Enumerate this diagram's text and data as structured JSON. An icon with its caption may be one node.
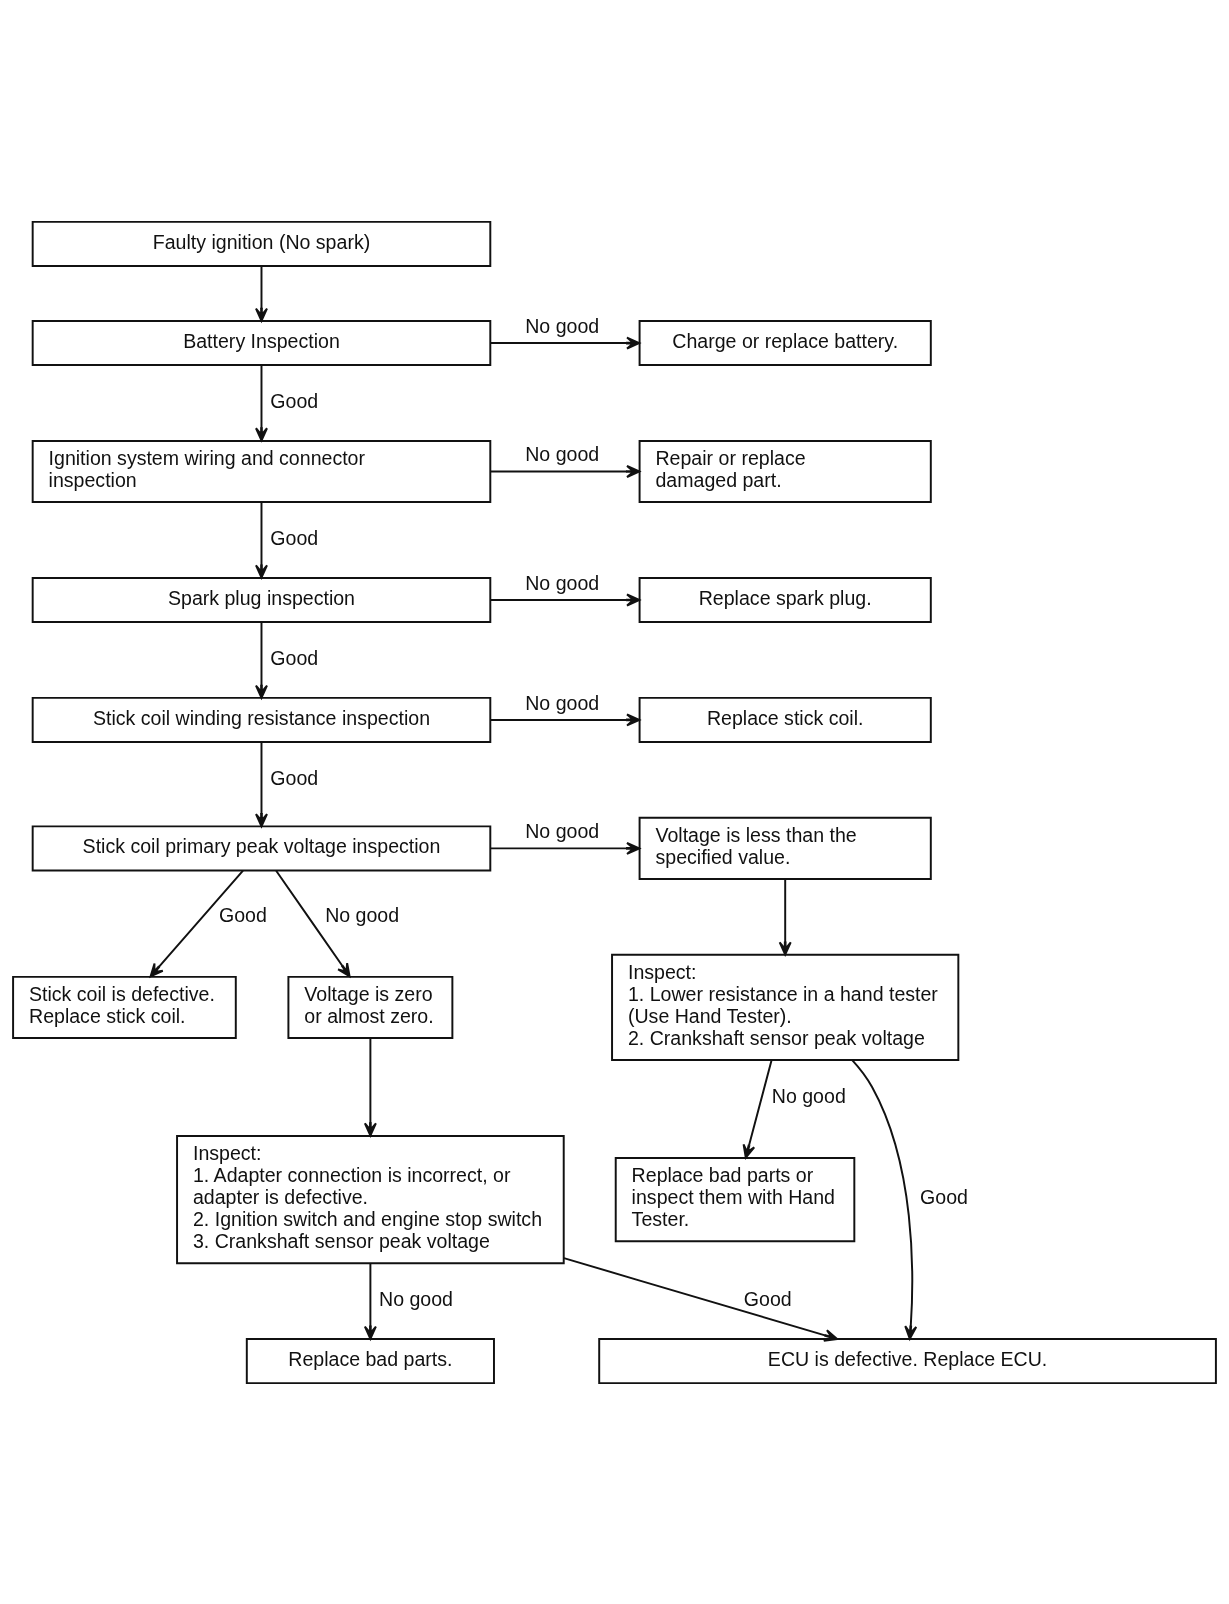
{
  "diagram": {
    "nodes": [
      {
        "text": [
          "Faulty ignition (No spark)"
        ]
      },
      {
        "text": [
          "Battery Inspection"
        ]
      },
      {
        "text": [
          "Charge or replace battery."
        ]
      },
      {
        "text": [
          "Ignition system wiring and connector inspection"
        ]
      },
      {
        "text": [
          "Repair or replace damaged part."
        ]
      },
      {
        "text": [
          "Spark plug inspection"
        ]
      },
      {
        "text": [
          "Replace spark plug."
        ]
      },
      {
        "text": [
          "Stick coil winding resistance inspection"
        ]
      },
      {
        "text": [
          "Replace stick coil."
        ]
      },
      {
        "text": [
          "Stick coil primary peak voltage inspection"
        ]
      },
      {
        "text": [
          "Voltage is less than the specified value."
        ]
      },
      {
        "text": [
          "Stick coil is defective. Replace stick coil."
        ]
      },
      {
        "text": [
          "Voltage is zero or almost zero."
        ]
      },
      {
        "text": [
          "Inspect:",
          "1. Lower resistance in a hand tester (Use Hand Tester).",
          "2. Crankshaft sensor peak voltage"
        ]
      },
      {
        "text": [
          "Inspect:",
          "1. Adapter connection is incorrect, or adapter is defective.",
          "2. Ignition switch and engine stop switch",
          "3. Crankshaft sensor peak voltage"
        ]
      },
      {
        "text": [
          "Replace bad parts or inspect them with Hand Tester."
        ]
      },
      {
        "text": [
          "Replace bad parts."
        ]
      },
      {
        "text": [
          "ECU is defective. Replace ECU."
        ]
      }
    ],
    "edges": [
      {
        "from": 0,
        "to": 1,
        "arrow": "to"
      },
      {
        "from": 1,
        "to": 2,
        "arrow": "to",
        "label": "No good"
      },
      {
        "from": 1,
        "to": 3,
        "arrow": "to",
        "label": "Good"
      },
      {
        "from": 3,
        "to": 4,
        "arrow": "to",
        "label": "No good"
      },
      {
        "from": 3,
        "to": 5,
        "arrow": "to",
        "label": "Good"
      },
      {
        "from": 5,
        "to": 6,
        "arrow": "to",
        "label": "No good"
      },
      {
        "from": 5,
        "to": 7,
        "arrow": "to",
        "label": "Good"
      },
      {
        "from": 7,
        "to": 8,
        "arrow": "to",
        "label": "No good"
      },
      {
        "from": 7,
        "to": 9,
        "arrow": "to",
        "label": "Good"
      },
      {
        "from": 9,
        "to": 10,
        "arrow": "to",
        "label": "No good"
      },
      {
        "from": 9,
        "to": 11,
        "arrow": "to",
        "label": "Good"
      },
      {
        "from": 9,
        "to": 12,
        "arrow": "to",
        "label": "No good"
      },
      {
        "from": 10,
        "to": 13,
        "arrow": "to"
      },
      {
        "from": 13,
        "to": 15,
        "arrow": "to",
        "label": "No good"
      },
      {
        "from": 13,
        "to": 17,
        "arrow": "to",
        "label": "Good"
      },
      {
        "from": 12,
        "to": 14,
        "arrow": "to"
      },
      {
        "from": 14,
        "to": 16,
        "arrow": "to",
        "label": "No good"
      },
      {
        "from": 14,
        "to": 17,
        "arrow": "to",
        "label": "Good"
      }
    ]
  }
}
